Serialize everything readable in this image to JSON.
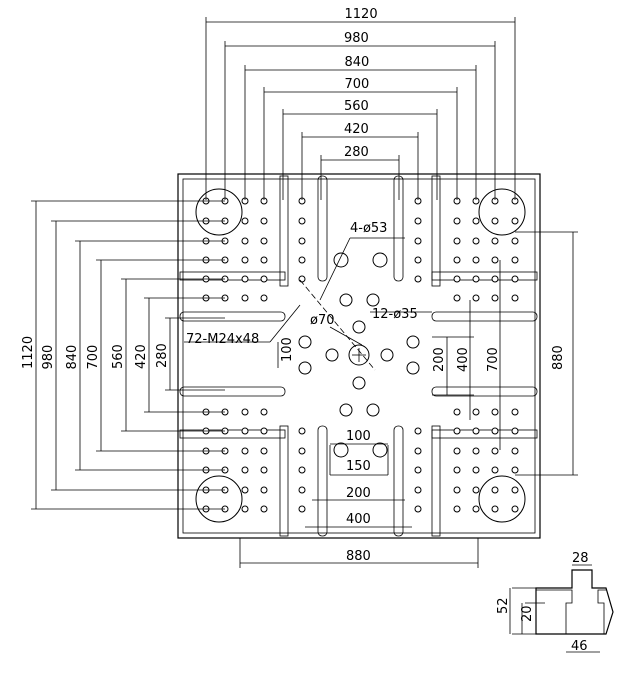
{
  "drawing": {
    "horizontal_dimensions_top": [
      "1120",
      "980",
      "840",
      "700",
      "560",
      "420",
      "280"
    ],
    "vertical_dimensions_left": [
      "1120",
      "980",
      "840",
      "700",
      "560",
      "420",
      "280"
    ],
    "right_dimensions": {
      "outer": "880",
      "inner_200": "200",
      "inner_400": "400",
      "inner_700": "700"
    },
    "bottom_dimensions": {
      "d100": "100",
      "d150": "150",
      "d200": "200",
      "d400": "400",
      "d880": "880"
    },
    "left_center_dim": "100",
    "labels": {
      "tie_bar_holes": "4-ø53",
      "ejector_holes": "12-ø35",
      "center_hole": "ø70",
      "threaded_holes": "72-M24x48"
    },
    "section_detail": {
      "top_width": "28",
      "total_depth": "52",
      "slot_depth": "20",
      "bottom_width": "46"
    }
  }
}
